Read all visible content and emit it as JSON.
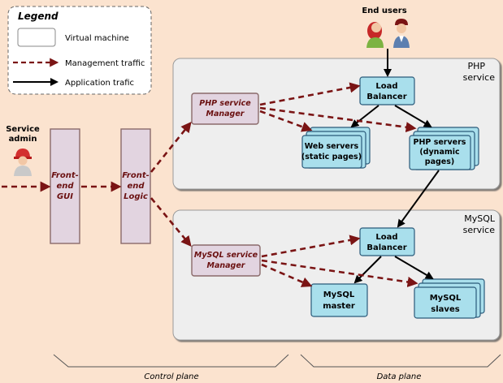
{
  "legend": {
    "title": "Legend",
    "virtual_machine": "Virtual machine",
    "management_traffic": "Management traffic",
    "application_traffic": "Application trafic"
  },
  "actors": {
    "end_users": "End users",
    "service_admin_line1": "Service",
    "service_admin_line2": "admin"
  },
  "control": {
    "frontend_gui": [
      "Front-",
      "end",
      "GUI"
    ],
    "frontend_logic": [
      "Front-",
      "end",
      "Logic"
    ],
    "php_manager": [
      "PHP service",
      "Manager"
    ],
    "mysql_manager": [
      "MySQL service",
      "Manager"
    ]
  },
  "php_service": {
    "label_line1": "PHP",
    "label_line2": "service",
    "load_balancer": [
      "Load",
      "Balancer"
    ],
    "web_servers": [
      "Web servers",
      "(static pages)"
    ],
    "php_servers": [
      "PHP servers",
      "(dynamic",
      "pages)"
    ]
  },
  "mysql_service": {
    "label_line1": "MySQL",
    "label_line2": "service",
    "load_balancer": [
      "Load",
      "Balancer"
    ],
    "master": [
      "MySQL",
      "master"
    ],
    "slaves": [
      "MySQL",
      "slaves"
    ]
  },
  "planes": {
    "control": "Control plane",
    "data": "Data plane"
  },
  "colors": {
    "background": "#fbe3cf",
    "service_box": "#eeeeee",
    "service_border": "#9a9a9a",
    "vm_fill": "#e2d4e0",
    "vm_border": "#8a6a6a",
    "manager_text": "#6a1010",
    "dataplane_fill": "#a9dfec",
    "dataplane_border": "#2a5a7a",
    "management_arrow": "#7a1414",
    "application_arrow": "#000000"
  }
}
